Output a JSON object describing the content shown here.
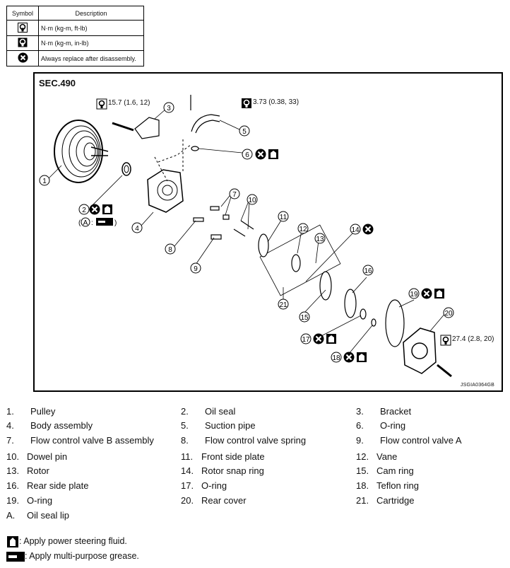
{
  "symbol_table": {
    "headers": [
      "Symbol",
      "Description"
    ],
    "rows": [
      {
        "icon": "torque-wrench-icon",
        "description": "N·m (kg-m, ft-lb)"
      },
      {
        "icon": "torque-wrench-small-icon",
        "description": "N·m (kg-m, in-lb)"
      },
      {
        "icon": "replace-x-icon",
        "description": "Always replace after disassembly."
      }
    ]
  },
  "figure": {
    "section": "SEC.490",
    "torque_1": "15.7 (1.6, 12)",
    "torque_2": "3.73 (0.38, 33)",
    "torque_3": "27.4 (2.8, 20)",
    "a_label": "A",
    "code": "JSGIA0364GB",
    "callouts": [
      "1",
      "2",
      "3",
      "4",
      "5",
      "6",
      "7",
      "8",
      "9",
      "10",
      "11",
      "12",
      "13",
      "14",
      "15",
      "16",
      "17",
      "18",
      "19",
      "20",
      "21"
    ]
  },
  "legend": [
    {
      "num": "1.",
      "name": "Pulley"
    },
    {
      "num": "2.",
      "name": "Oil seal"
    },
    {
      "num": "3.",
      "name": "Bracket"
    },
    {
      "num": "4.",
      "name": "Body assembly"
    },
    {
      "num": "5.",
      "name": "Suction pipe"
    },
    {
      "num": "6.",
      "name": "O-ring"
    },
    {
      "num": "7.",
      "name": "Flow control valve B assembly"
    },
    {
      "num": "8.",
      "name": "Flow control valve spring"
    },
    {
      "num": "9.",
      "name": "Flow control valve A"
    },
    {
      "num": "10.",
      "name": "Dowel pin"
    },
    {
      "num": "11.",
      "name": "Front side plate"
    },
    {
      "num": "12.",
      "name": "Vane"
    },
    {
      "num": "13.",
      "name": "Rotor"
    },
    {
      "num": "14.",
      "name": "Rotor snap ring"
    },
    {
      "num": "15.",
      "name": "Cam ring"
    },
    {
      "num": "16.",
      "name": "Rear side plate"
    },
    {
      "num": "17.",
      "name": "O-ring"
    },
    {
      "num": "18.",
      "name": "Teflon ring"
    },
    {
      "num": "19.",
      "name": "O-ring"
    },
    {
      "num": "20.",
      "name": "Rear cover"
    },
    {
      "num": "21.",
      "name": "Cartridge"
    },
    {
      "num": "A.",
      "name": "Oil seal lip"
    }
  ],
  "notes": [
    {
      "icon": "power-steering-fluid-icon",
      "text": ": Apply power steering fluid."
    },
    {
      "icon": "grease-icon",
      "text": ": Apply multi-purpose grease."
    }
  ]
}
